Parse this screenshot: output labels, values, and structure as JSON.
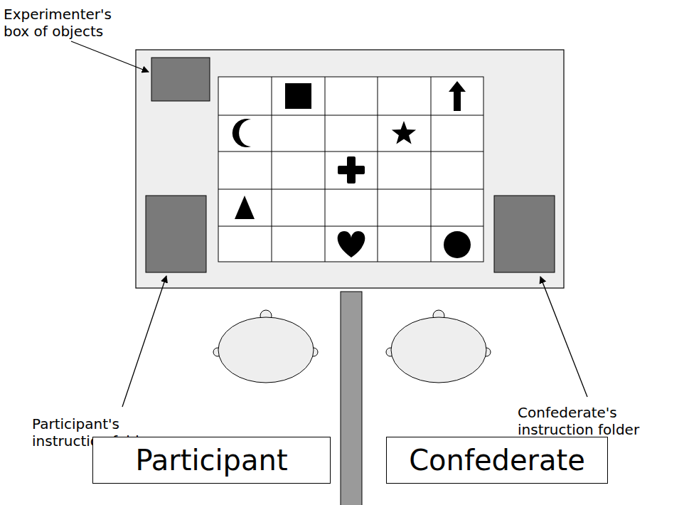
{
  "diagram": {
    "nodes": [
      {
        "text": [
          "Participant"
        ]
      },
      {
        "text": [
          "Confederate"
        ]
      }
    ],
    "labels": [
      "Experimenter's box of objects",
      "Participant's instruction folder",
      "Confederate's instruction folder"
    ]
  }
}
